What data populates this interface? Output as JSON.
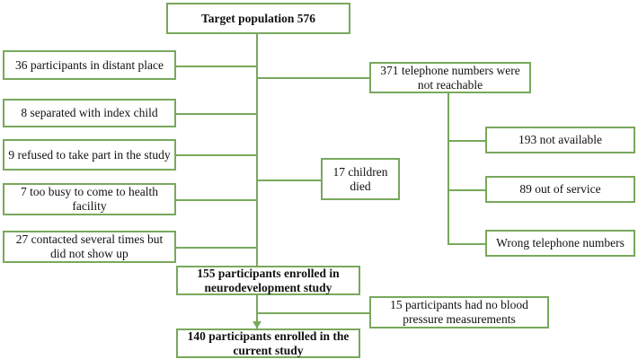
{
  "figure": {
    "kind": "study-participant-flowchart",
    "accent_color": "#78a85c",
    "text_color": "#111111",
    "background": "#ffffff"
  },
  "nodes": {
    "target_population": "Target population 576",
    "distant_place": "36 participants in distant place",
    "separated_index_child": "8 separated with index child",
    "refused_study": "9 refused to take part in the study",
    "too_busy": "7 too busy to come to health facility",
    "no_show": "27 contacted several times but did not show up",
    "phone_unreachable": "371 telephone numbers were not reachable",
    "not_available": "193 not available",
    "out_of_service": "89 out of service",
    "wrong_numbers": "Wrong telephone numbers",
    "children_died": "17 children died",
    "enrolled_neuro": "155 participants enrolled in neurodevelopment study",
    "no_bp_measurements": "15 participants had no blood pressure measurements",
    "enrolled_current": "140 participants enrolled in the current study"
  },
  "counts": {
    "target_population": 576,
    "distant_place": 36,
    "separated_index_child": 8,
    "refused_study": 9,
    "too_busy": 7,
    "no_show": 27,
    "phone_unreachable": 371,
    "not_available": 193,
    "out_of_service": 89,
    "children_died": 17,
    "enrolled_neuro": 155,
    "no_bp_measurements": 15,
    "enrolled_current": 140
  }
}
